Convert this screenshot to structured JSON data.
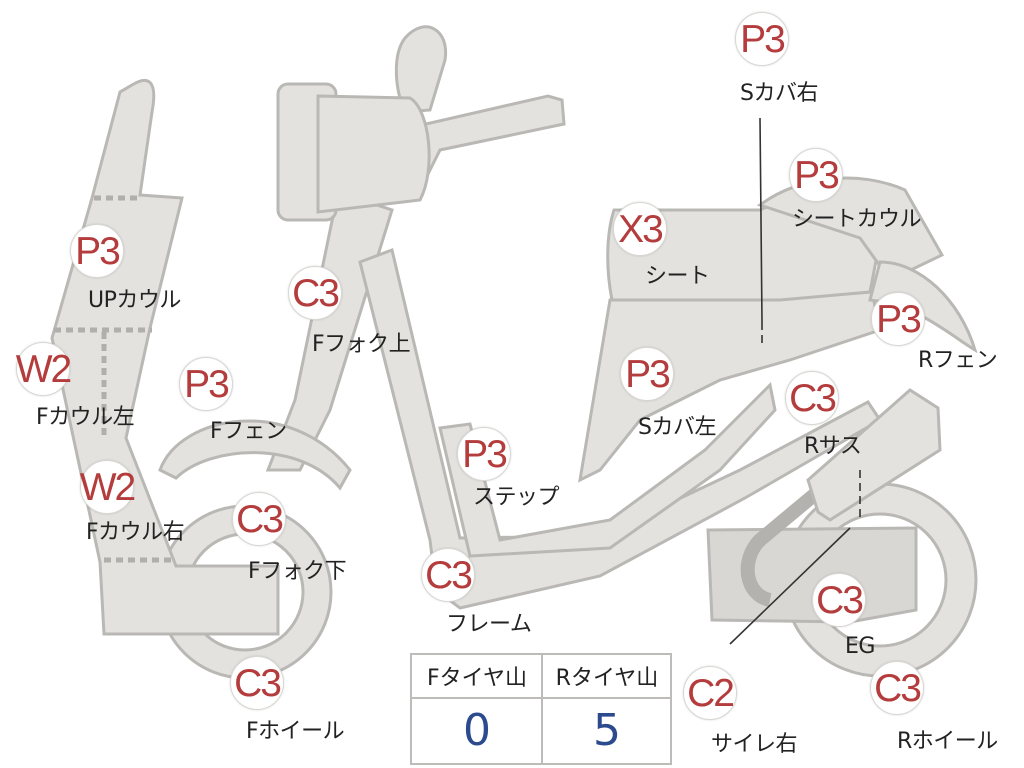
{
  "parts": [
    {
      "id": "s-cover-right",
      "grade": "P3",
      "label": "Sカバ右"
    },
    {
      "id": "seat-cowl",
      "grade": "P3",
      "label": "シートカウル"
    },
    {
      "id": "seat",
      "grade": "X3",
      "label": "シート"
    },
    {
      "id": "up-cowl",
      "grade": "P3",
      "label": "UPカウル"
    },
    {
      "id": "f-cowl-left",
      "grade": "W2",
      "label": "Fカウル左"
    },
    {
      "id": "f-cowl-right",
      "grade": "W2",
      "label": "Fカウル右"
    },
    {
      "id": "f-fork-upper",
      "grade": "C3",
      "label": "Fフォク上"
    },
    {
      "id": "f-fender",
      "grade": "P3",
      "label": "Fフェン"
    },
    {
      "id": "f-fork-lower",
      "grade": "C3",
      "label": "Fフォク下"
    },
    {
      "id": "f-wheel",
      "grade": "C3",
      "label": "Fホイール"
    },
    {
      "id": "r-fender",
      "grade": "P3",
      "label": "Rフェン"
    },
    {
      "id": "s-cover-left",
      "grade": "P3",
      "label": "Sカバ左"
    },
    {
      "id": "r-suspension",
      "grade": "C3",
      "label": "Rサス"
    },
    {
      "id": "step",
      "grade": "P3",
      "label": "ステップ"
    },
    {
      "id": "frame",
      "grade": "C3",
      "label": "フレーム"
    },
    {
      "id": "engine",
      "grade": "C3",
      "label": "EG"
    },
    {
      "id": "muffler-right",
      "grade": "C2",
      "label": "サイレ右"
    },
    {
      "id": "r-wheel",
      "grade": "C3",
      "label": "Rホイール"
    }
  ],
  "tire_table": {
    "front_header": "Fタイヤ山",
    "rear_header": "Rタイヤ山",
    "front_value": "0",
    "rear_value": "5"
  }
}
